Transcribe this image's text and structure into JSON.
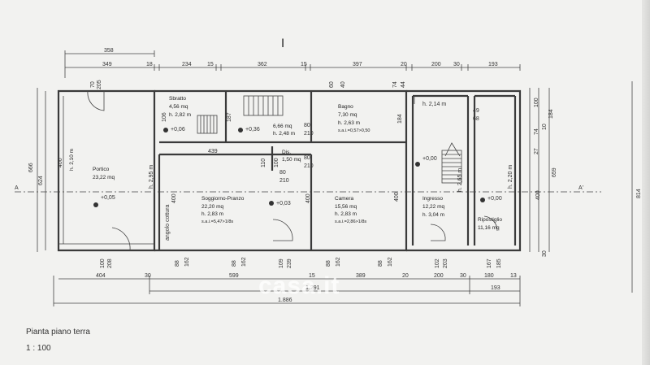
{
  "title": "Pianta piano terra",
  "scale": "1 : 100",
  "watermark": "casa.it",
  "cursor_glyph": "I",
  "rooms": [
    {
      "name": "Portico",
      "area": "23,22 mq",
      "height": "h. 2,10 m"
    },
    {
      "name": "Sbratto",
      "area": "4,56 mq",
      "height": "h. 2,82 m"
    },
    {
      "name": "",
      "area": "6,66 mq",
      "height": "h. 2,48 m"
    },
    {
      "name": "Bagno",
      "area": "7,30 mq",
      "height": "h. 2,63 m",
      "extra": "s.a.i.=0,57>0,50"
    },
    {
      "name": "Dis.",
      "area": "1,50 mq",
      "height": ""
    },
    {
      "name": "Soggiorno-Pranzo",
      "area": "22,20 mq",
      "height": "h. 2,83 m",
      "extra": "s.a.i.=5,47>1/8s"
    },
    {
      "name": "Camera",
      "area": "15,56 mq",
      "height": "h. 2,83 m",
      "extra": "s.a.i.=2,86>1/8s"
    },
    {
      "name": "Ingresso",
      "area": "12,22 mq",
      "height": "h. 3,04 m"
    },
    {
      "name": "Ripostiglio",
      "area": "11,16 mq",
      "height": ""
    }
  ],
  "levels": [
    "+0,05",
    "+0,06",
    "+0,36",
    "+0,03",
    "+0,00",
    "+0,00"
  ],
  "top_dims_row1": [
    "358"
  ],
  "top_dims_row2": [
    "349",
    "18",
    "234",
    "15",
    "362",
    "15",
    "397",
    "20",
    "200",
    "30",
    "193"
  ],
  "bottom_dims_row1": [
    "404",
    "30",
    "599",
    "15",
    "389",
    "20",
    "200",
    "30",
    "180",
    "13"
  ],
  "bottom_dims_row2": [
    "1.291",
    "193"
  ],
  "bottom_total": "1.886",
  "left_dims": [
    "666",
    "624"
  ],
  "right_dims": [
    "814",
    "659"
  ],
  "section_marks": [
    "A",
    "A'"
  ],
  "misc_labels": {
    "ceil_portico": "h. 2,95 m",
    "ceil_ingresso": "h. 2,65 m",
    "ceil_ripost": "h. 2,20 m",
    "h_upper_room": "h. 2,14 m",
    "angolo": "angolo cottura",
    "w439": "439",
    "w400a": "400",
    "w400b": "400",
    "w400c": "400",
    "w400d": "400",
    "n70": "70",
    "n205": "205",
    "n106": "106",
    "n187": "187",
    "n60": "60",
    "n40": "40",
    "n74": "74",
    "n44": "44",
    "n184a": "184",
    "n49": "49",
    "n68": "68",
    "n80a": "80",
    "n210a": "210",
    "n80b": "80",
    "n210b": "210",
    "n80c": "80",
    "n210c": "210",
    "n110": "110",
    "n100": "100",
    "n10": "10",
    "n27": "27",
    "n74b": "74",
    "n184b": "184",
    "n100b": "100",
    "n30": "30",
    "n400r": "400"
  },
  "bottom_openings": [
    "100",
    "208",
    "88",
    "162",
    "88",
    "162",
    "109",
    "239",
    "88",
    "162",
    "88",
    "162",
    "102",
    "203",
    "167",
    "185"
  ]
}
